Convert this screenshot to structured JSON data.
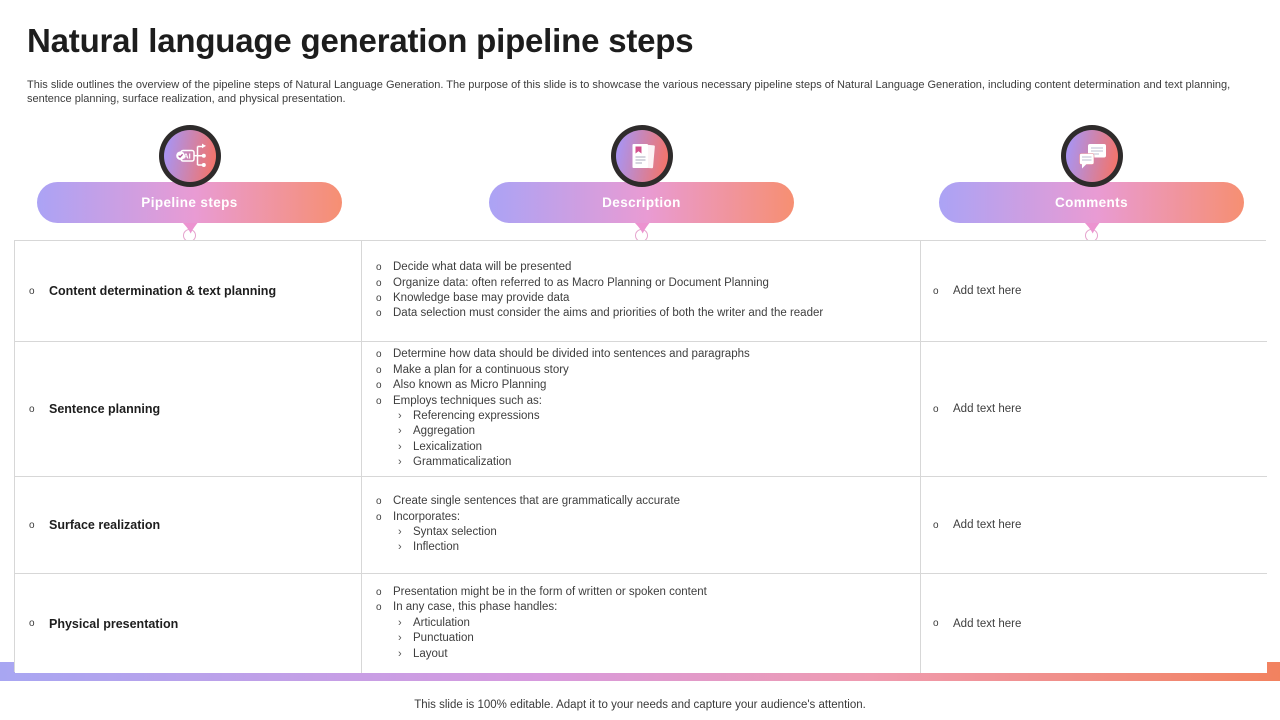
{
  "slide": {
    "title": "Natural language generation pipeline steps",
    "subtitle": "This slide outlines the overview of the pipeline steps of Natural Language Generation. The purpose of this slide is to showcase the various necessary pipeline steps of Natural Language Generation, including content determination and text planning, sentence planning, surface realization, and physical presentation.",
    "footer": "This slide is 100% editable. Adapt it to your needs and capture your audience's attention."
  },
  "bullets": {
    "level1": "o",
    "level2": "›"
  },
  "columns": [
    {
      "label": "Pipeline steps",
      "icon": "ai-network-icon"
    },
    {
      "label": "Description",
      "icon": "document-icon"
    },
    {
      "label": "Comments",
      "icon": "comments-icon"
    }
  ],
  "rows": [
    {
      "step": "Content determination & text planning",
      "description": [
        {
          "t": "Decide what data will be presented",
          "l": 1
        },
        {
          "t": "Organize data: often referred to as Macro Planning or Document Planning",
          "l": 1
        },
        {
          "t": "Knowledge base may provide data",
          "l": 1
        },
        {
          "t": "Data selection must consider the aims and priorities of both the writer and the reader",
          "l": 1
        }
      ],
      "comment": "Add text here"
    },
    {
      "step": "Sentence planning",
      "description": [
        {
          "t": "Determine how data should be divided into sentences and paragraphs",
          "l": 1
        },
        {
          "t": "Make a plan for a continuous story",
          "l": 1
        },
        {
          "t": "Also known as Micro Planning",
          "l": 1
        },
        {
          "t": "Employs techniques such as:",
          "l": 1
        },
        {
          "t": "Referencing expressions",
          "l": 2
        },
        {
          "t": "Aggregation",
          "l": 2
        },
        {
          "t": "Lexicalization",
          "l": 2
        },
        {
          "t": "Grammaticalization",
          "l": 2
        }
      ],
      "comment": "Add text here"
    },
    {
      "step": "Surface realization",
      "description": [
        {
          "t": "Create single sentences that are grammatically accurate",
          "l": 1
        },
        {
          "t": "Incorporates:",
          "l": 1
        },
        {
          "t": "Syntax selection",
          "l": 2
        },
        {
          "t": "Inflection",
          "l": 2
        }
      ],
      "comment": "Add text here"
    },
    {
      "step": "Physical presentation",
      "description": [
        {
          "t": "Presentation might be in the form of written or spoken content",
          "l": 1
        },
        {
          "t": "In any case, this phase handles:",
          "l": 1
        },
        {
          "t": "Articulation",
          "l": 2
        },
        {
          "t": "Punctuation",
          "l": 2
        },
        {
          "t": "Layout",
          "l": 2
        }
      ],
      "comment": "Add text here"
    }
  ],
  "colors": {
    "pill_gradient": [
      "#aba3f5",
      "#e99bd3",
      "#f68f72"
    ],
    "circle_gradient": [
      "#ab93ee",
      "#f0756f"
    ],
    "ring": "#2e2b2b",
    "bar_gradient": [
      "#a8a6f2",
      "#d79ade",
      "#ef9bb0",
      "#f2825f"
    ],
    "table_border": "#d7d7d7",
    "flag_accent": "#d4508c",
    "pointer_pink": "#ec93d0"
  }
}
